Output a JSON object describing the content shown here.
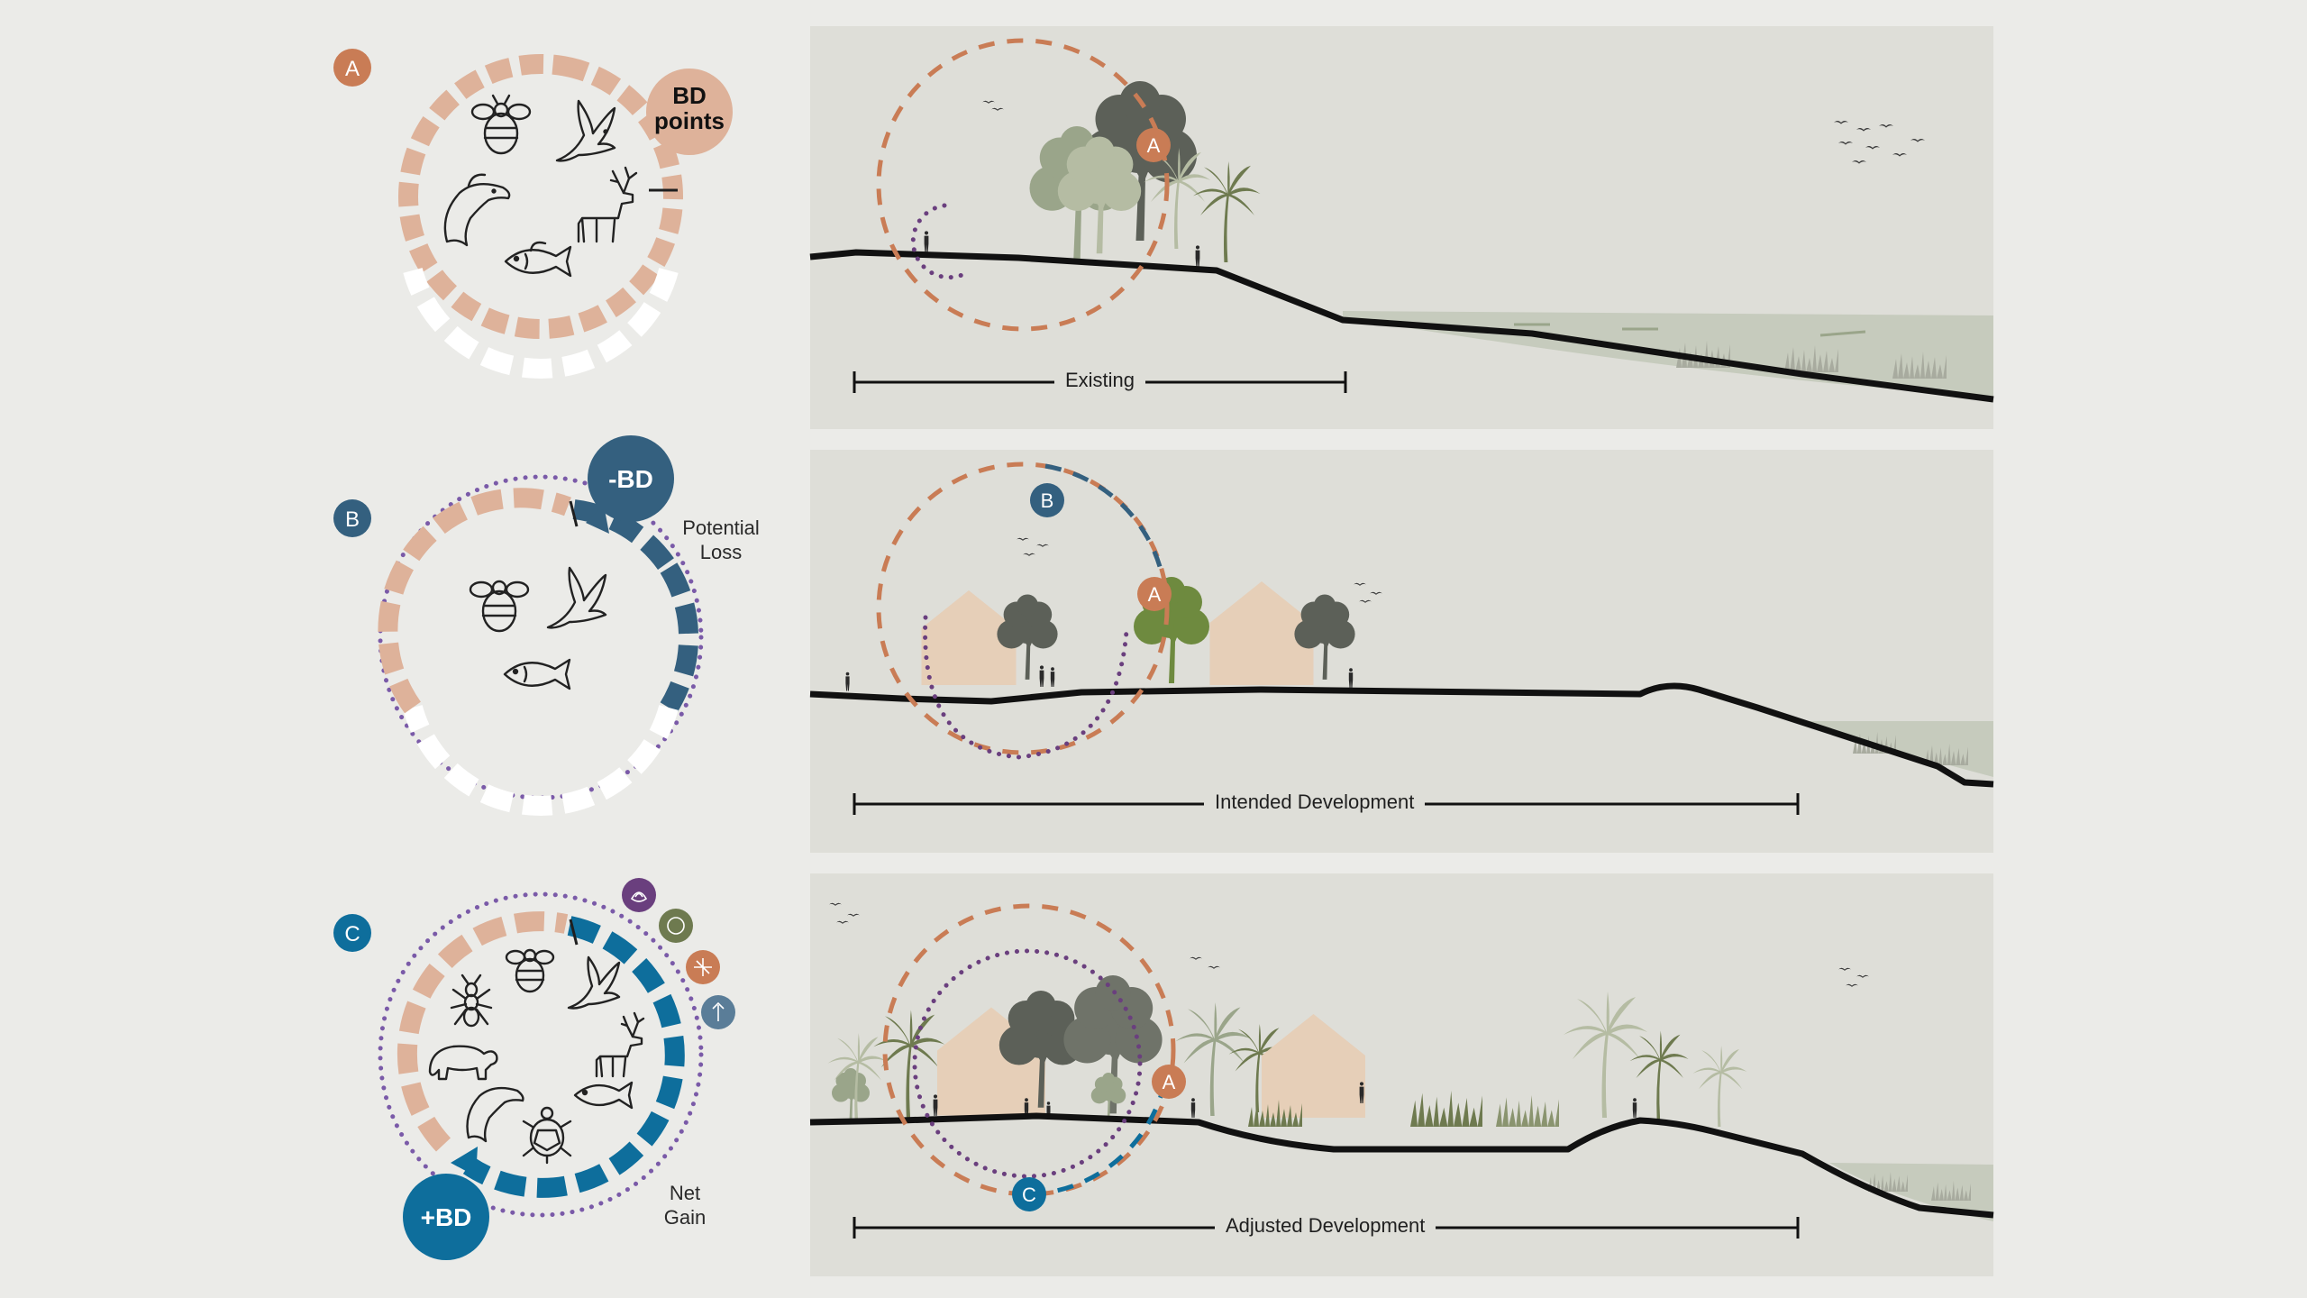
{
  "colors": {
    "background": "#ebebe8",
    "panel": "#deded8",
    "orange": "#c97c55",
    "salmon": "#deb29a",
    "navy": "#34607f",
    "blue": "#0e6e9c",
    "purple": "#7a5aa8",
    "tree_dark": "#5c6058",
    "tree_light": "#9aa58a",
    "house": "#e6cfb8",
    "water": "#c6cbbd"
  },
  "diagrams": {
    "a": {
      "badge": "A",
      "callout_line1": "BD",
      "callout_line2": "points",
      "icons": [
        "bee-icon",
        "bird-icon",
        "dolphin-icon",
        "deer-icon",
        "fish-icon"
      ]
    },
    "b": {
      "badge": "B",
      "callout": "-BD",
      "note_line1": "Potential",
      "note_line2": "Loss",
      "icons": [
        "bee-icon",
        "bird-icon",
        "fish-icon"
      ]
    },
    "c": {
      "badge": "C",
      "callout": "+BD",
      "note_line1": "Net",
      "note_line2": "Gain",
      "icons": [
        "ant-icon",
        "bee-icon",
        "bird-icon",
        "bear-icon",
        "deer-icon",
        "dolphin-icon",
        "fish-icon",
        "turtle-icon"
      ],
      "benefit_icons": [
        "lotus-icon",
        "leaf-circle-icon",
        "sun-badge-icon",
        "plant-drop-icon"
      ]
    }
  },
  "sections": {
    "a": {
      "label": "Existing",
      "marker": "A"
    },
    "b": {
      "label": "Intended Development",
      "markers": [
        "B",
        "A"
      ]
    },
    "c": {
      "label": "Adjusted Development",
      "markers": [
        "A",
        "C"
      ]
    }
  }
}
